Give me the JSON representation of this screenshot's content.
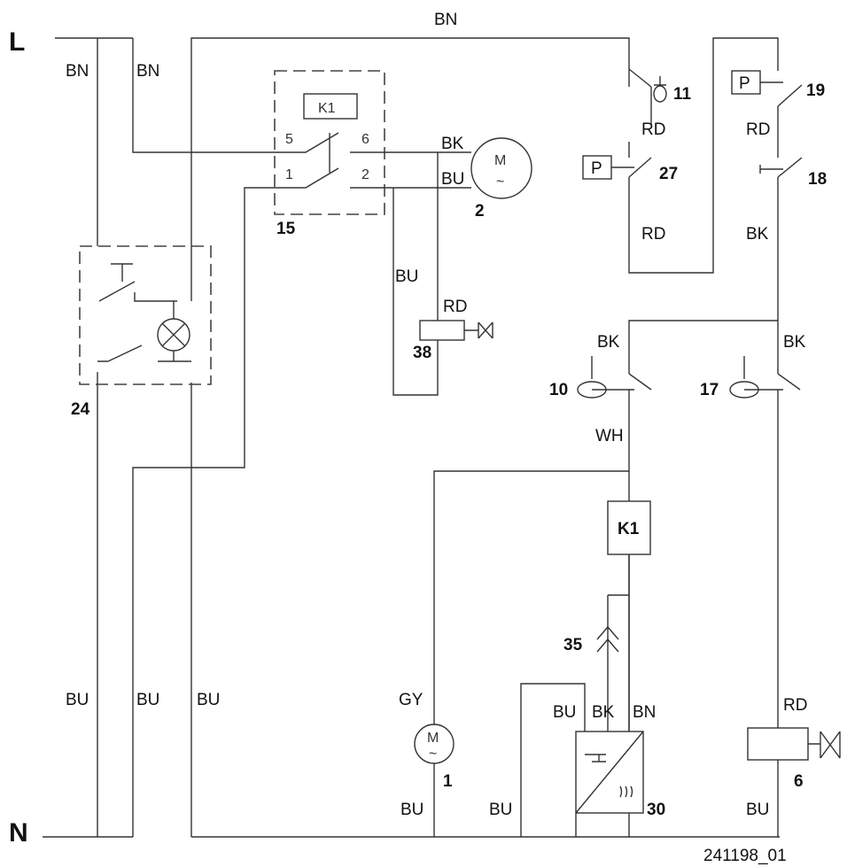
{
  "rails": {
    "line": "L",
    "neutral": "N"
  },
  "wires": {
    "bn_top": "BN",
    "bn_left1": "BN",
    "bn_left2": "BN",
    "bk_motor": "BK",
    "bu_motor": "BU",
    "bu_valve38": "BU",
    "rd_valve38": "RD",
    "rd_11": "RD",
    "rd_27": "RD",
    "rd_19": "RD",
    "bk_18": "BK",
    "bk_10": "BK",
    "bk_17": "BK",
    "wh_10": "WH",
    "bu_b1": "BU",
    "bu_b2": "BU",
    "bu_b3": "BU",
    "gy_m1": "GY",
    "bu_m1": "BU",
    "bu_30_left": "BU",
    "bu_30": "BU",
    "bk_30": "BK",
    "bn_30": "BN",
    "rd_6": "RD",
    "bu_6": "BU"
  },
  "components": {
    "c24": "24",
    "c15": "15",
    "c2": "2",
    "c38": "38",
    "c11": "11",
    "c27": "27",
    "c19": "19",
    "c18": "18",
    "c10": "10",
    "c17": "17",
    "c35": "35",
    "c1": "1",
    "c30": "30",
    "c6": "6",
    "relay_coil": "K1",
    "relay_label": "K1",
    "term5": "5",
    "term6": "6",
    "term1": "1",
    "term2": "2",
    "pressure_27": "P",
    "pressure_19": "P",
    "motor_m": "M",
    "motor_tilde": "~"
  },
  "footer": {
    "drawing_id": "241198_01"
  }
}
